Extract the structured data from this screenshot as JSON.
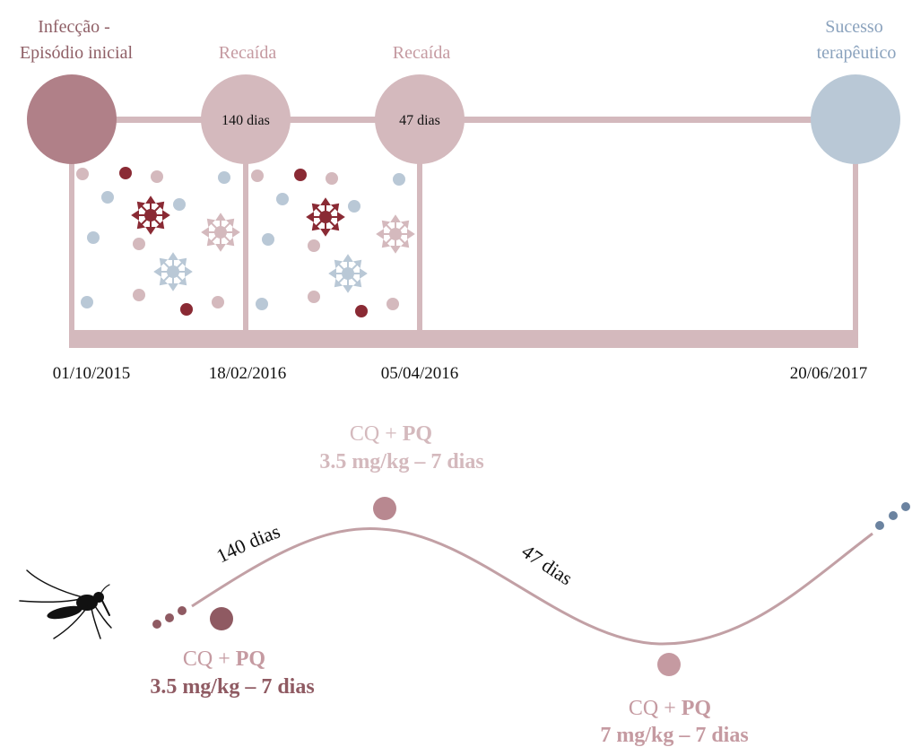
{
  "colors": {
    "dark_red": "#8a2a34",
    "mauve": "#b08088",
    "pink": "#d4b9bd",
    "mid_pink": "#c59aa1",
    "blue": "#b9c8d6",
    "steel_blue": "#6b83a0",
    "curve": "#c2a0a5"
  },
  "stages": [
    {
      "title": "Infecção -\nEpisódio inicial",
      "circle_label": "",
      "date": "01/10/2015"
    },
    {
      "title": "Recaída",
      "circle_label": "140 dias",
      "date": "18/02/2016"
    },
    {
      "title": "Recaída",
      "circle_label": "47 dias",
      "date": "05/04/2016"
    },
    {
      "title": "Sucesso\nterapêutico",
      "circle_label": "",
      "date": "20/06/2017"
    }
  ],
  "treatments": [
    {
      "drug_prefix": "CQ + ",
      "drug_bold": "PQ",
      "dose": "3.5 mg/kg – 7 dias"
    },
    {
      "drug_prefix": "CQ + ",
      "drug_bold": "PQ",
      "dose": "3.5 mg/kg – 7 dias"
    },
    {
      "drug_prefix": "CQ + ",
      "drug_bold": "PQ",
      "dose": "7 mg/kg – 7 dias"
    }
  ],
  "intervals": [
    "140 dias",
    "47 dias"
  ],
  "icons": {
    "mosquito": "mosquito-icon",
    "parasite": "parasite-icon"
  }
}
